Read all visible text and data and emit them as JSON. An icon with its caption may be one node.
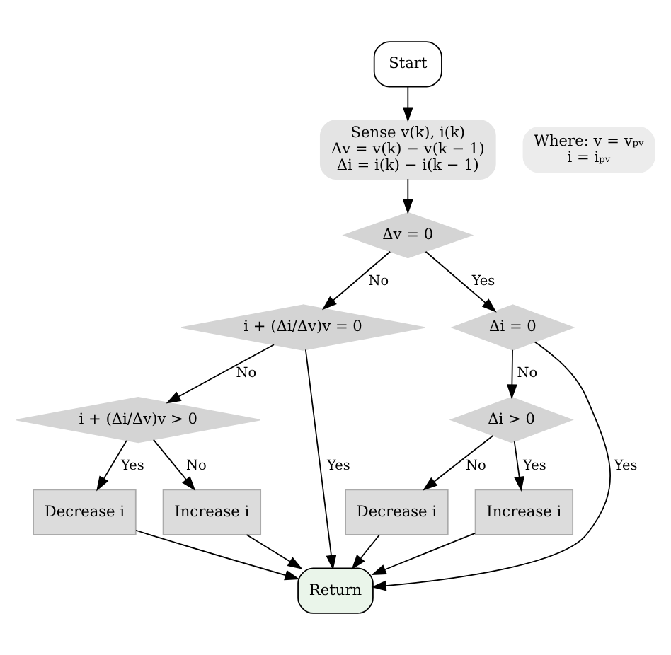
{
  "diagram": {
    "nodes": [
      {
        "text": [
          "Start"
        ]
      },
      {
        "text": [
          "Sense v(k), i(k)",
          "Δv = v(k) − v(k − 1)",
          "Δi = i(k) − i(k − 1)"
        ]
      },
      {
        "text": [
          "Where: v = vₚᵥ",
          "i = iₚᵥ"
        ]
      },
      {
        "text": [
          "Δv = 0"
        ]
      },
      {
        "text": [
          "i + (Δi/Δv)v = 0"
        ]
      },
      {
        "text": [
          "i + (Δi/Δv)v > 0"
        ]
      },
      {
        "text": [
          "Decrease i"
        ]
      },
      {
        "text": [
          "Increase i"
        ]
      },
      {
        "text": [
          "Δi = 0"
        ]
      },
      {
        "text": [
          "Δi > 0"
        ]
      },
      {
        "text": [
          "Decrease i"
        ]
      },
      {
        "text": [
          "Increase i"
        ]
      },
      {
        "text": [
          "Return"
        ]
      }
    ],
    "edges": [
      {
        "from": 0,
        "to": 1,
        "arrow": "to"
      },
      {
        "from": 1,
        "to": 3,
        "arrow": "to"
      },
      {
        "from": 3,
        "to": 4,
        "arrow": "to",
        "label": "No"
      },
      {
        "from": 3,
        "to": 8,
        "arrow": "to",
        "label": "Yes"
      },
      {
        "from": 4,
        "to": 12,
        "arrow": "to",
        "label": "Yes"
      },
      {
        "from": 4,
        "to": 5,
        "arrow": "to",
        "label": "No"
      },
      {
        "from": 5,
        "to": 6,
        "arrow": "to",
        "label": "Yes"
      },
      {
        "from": 5,
        "to": 7,
        "arrow": "to",
        "label": "No"
      },
      {
        "from": 6,
        "to": 12,
        "arrow": "to"
      },
      {
        "from": 7,
        "to": 12,
        "arrow": "to"
      },
      {
        "from": 8,
        "to": 12,
        "arrow": "to",
        "label": "Yes"
      },
      {
        "from": 8,
        "to": 9,
        "arrow": "to",
        "label": "No"
      },
      {
        "from": 9,
        "to": 10,
        "arrow": "to",
        "label": "No"
      },
      {
        "from": 9,
        "to": 11,
        "arrow": "to",
        "label": "Yes"
      },
      {
        "from": 10,
        "to": 12,
        "arrow": "to"
      },
      {
        "from": 11,
        "to": 12,
        "arrow": "to"
      }
    ]
  }
}
